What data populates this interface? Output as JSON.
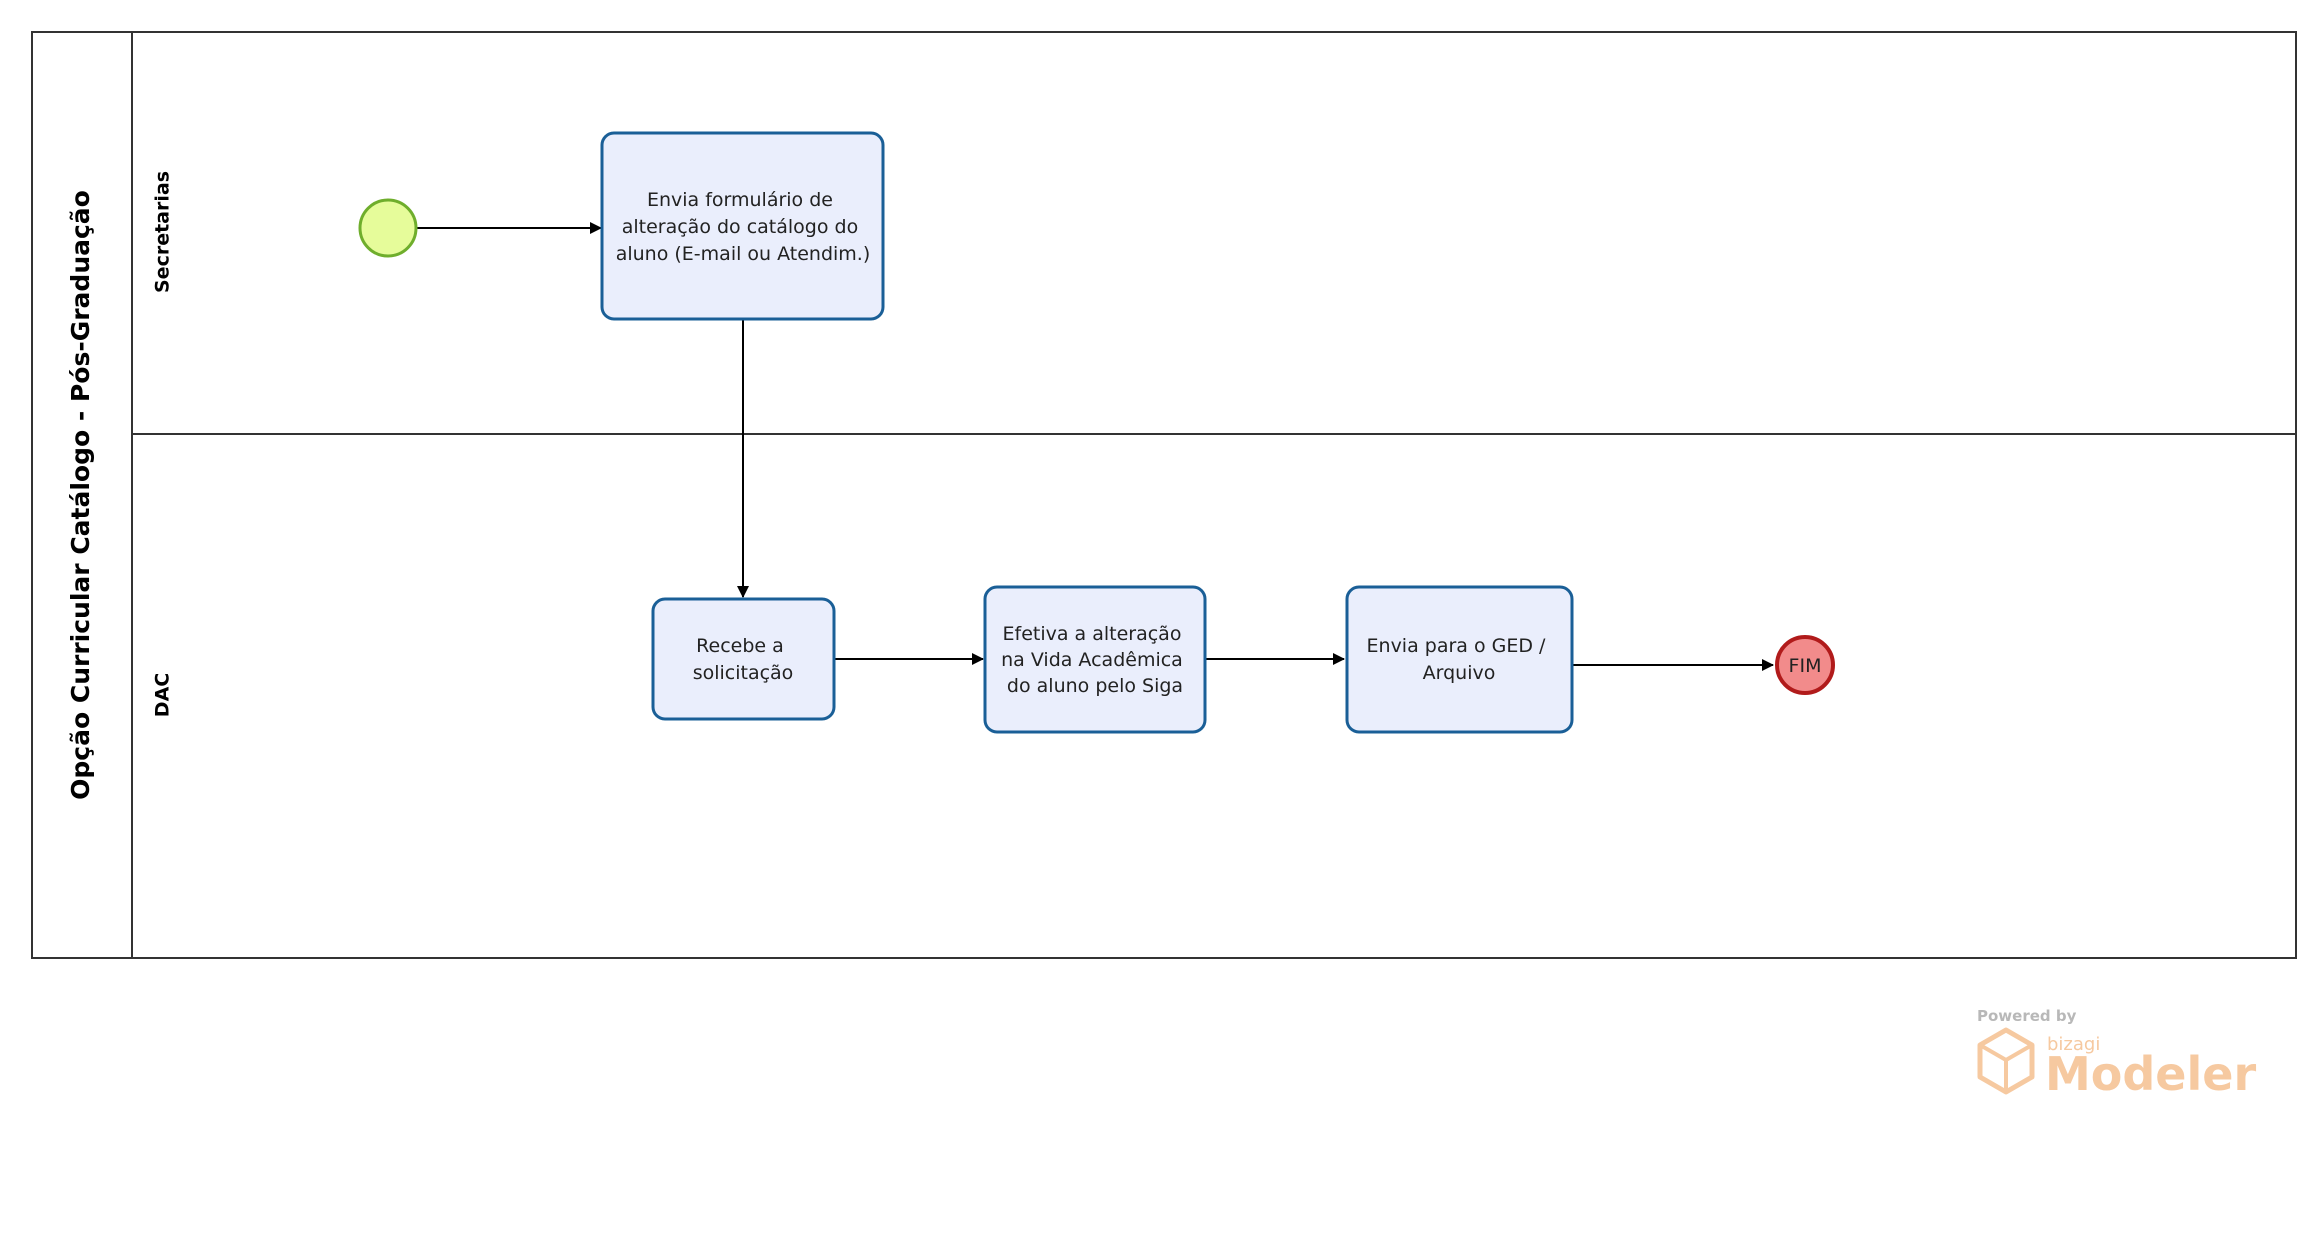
{
  "pool": {
    "title": "Opção Curricular Catálogo - Pós-Graduação"
  },
  "lanes": [
    {
      "label": "Secretarias"
    },
    {
      "label": "DAC"
    }
  ],
  "tasks": {
    "envia_formulario": [
      "Envia formulário de",
      "alteração do catálogo do",
      "aluno (E-mail ou Atendim.)"
    ],
    "recebe": [
      "Recebe a",
      "solicitação"
    ],
    "efetiva": [
      "Efetiva a alteração",
      "na Vida Acadêmica",
      "do aluno pelo Siga"
    ],
    "envia_ged": [
      "Envia para o GED /",
      "Arquivo"
    ]
  },
  "end_event": {
    "label": "FIM"
  },
  "watermark": {
    "powered_by": "Powered by",
    "brand": "bizagi",
    "product": "Modeler"
  },
  "colors": {
    "task_fill": "#eaeefc",
    "task_stroke": "#1a5f97",
    "start_fill": "#e6fc9a",
    "start_stroke": "#6fae2c",
    "end_fill": "#f28b8b",
    "end_stroke": "#b11b1b",
    "watermark": "#f6c9a0"
  }
}
